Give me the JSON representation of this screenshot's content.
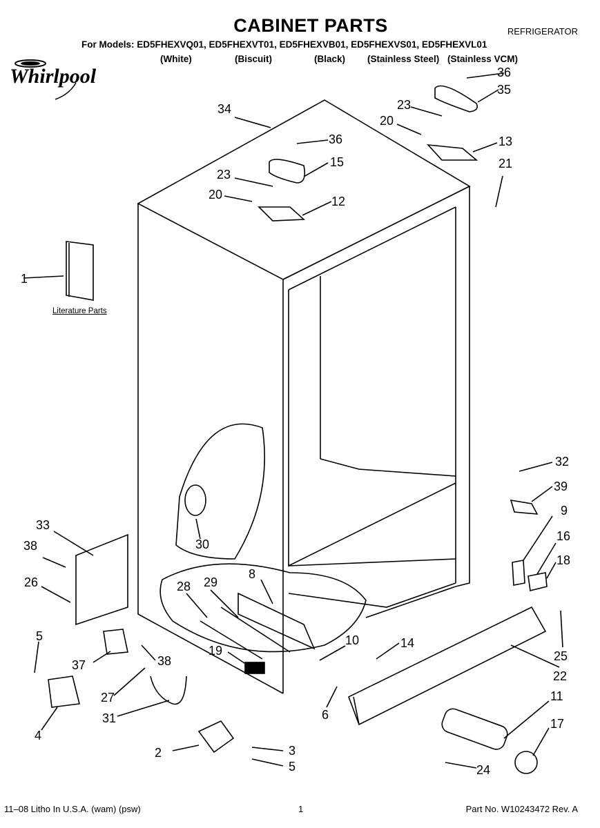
{
  "header": {
    "title": "CABINET PARTS",
    "category": "REFRIGERATOR",
    "models_line": "For Models: ED5FHEXVQ01, ED5FHEXVT01, ED5FHEXVB01, ED5FHEXVS01, ED5FHEXVL01",
    "variants": [
      "(White)",
      "(Biscuit)",
      "(Black)",
      "(Stainless Steel)",
      "(Stainless VCM)"
    ],
    "brand": "Whirlpool"
  },
  "literature_label": "Literature Parts",
  "callouts": [
    "1",
    "2",
    "3",
    "4",
    "5",
    "5",
    "6",
    "8",
    "9",
    "10",
    "11",
    "12",
    "13",
    "14",
    "15",
    "16",
    "17",
    "18",
    "19",
    "20",
    "20",
    "21",
    "22",
    "23",
    "23",
    "24",
    "25",
    "26",
    "27",
    "28",
    "29",
    "30",
    "31",
    "32",
    "33",
    "34",
    "35",
    "36",
    "36",
    "37",
    "38",
    "38",
    "39"
  ],
  "footer": {
    "print_info": "11–08 Litho In U.S.A. (wam) (psw)",
    "page": "1",
    "part_no": "Part No. W10243472 Rev. A"
  }
}
